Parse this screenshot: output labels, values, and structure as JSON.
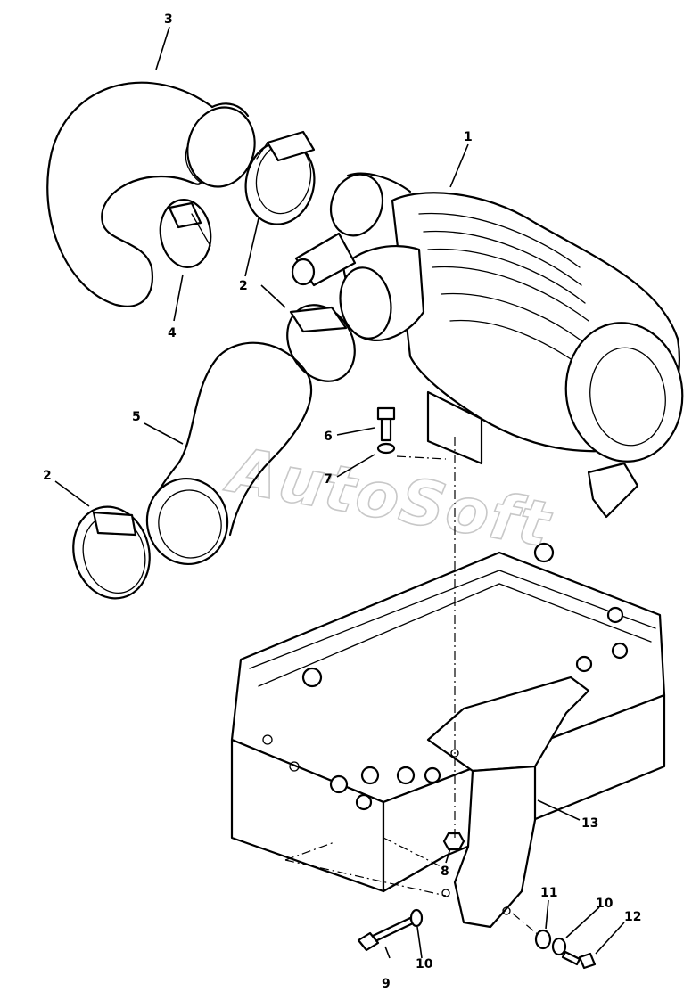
{
  "watermark": "AutoSoft",
  "callouts": [
    {
      "id": "c3",
      "label": "3"
    },
    {
      "id": "c1",
      "label": "1"
    },
    {
      "id": "c2a",
      "label": "2"
    },
    {
      "id": "c4",
      "label": "4"
    },
    {
      "id": "c5",
      "label": "5"
    },
    {
      "id": "c6",
      "label": "6"
    },
    {
      "id": "c7",
      "label": "7"
    },
    {
      "id": "c2b",
      "label": "2"
    },
    {
      "id": "c13",
      "label": "13"
    },
    {
      "id": "c8",
      "label": "8"
    },
    {
      "id": "c11",
      "label": "11"
    },
    {
      "id": "c10a",
      "label": "10"
    },
    {
      "id": "c12",
      "label": "12"
    },
    {
      "id": "c9",
      "label": "9"
    },
    {
      "id": "c10b",
      "label": "10"
    }
  ]
}
